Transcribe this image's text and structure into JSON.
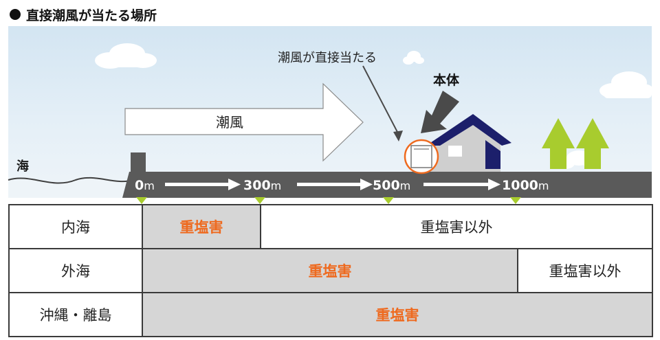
{
  "heading": "直接潮風が当たる場所",
  "labels": {
    "sea": "海",
    "sea_wind": "潮風",
    "direct_hit": "潮風が直接当たる",
    "unit": "本体"
  },
  "distance_markers": [
    {
      "value": "0",
      "unit": "m"
    },
    {
      "value": "300",
      "unit": "m"
    },
    {
      "value": "500",
      "unit": "m"
    },
    {
      "value": "1000",
      "unit": "m"
    }
  ],
  "table": {
    "rows": [
      {
        "area": "内海",
        "cells": [
          {
            "text": "重塩害",
            "kind": "damage"
          },
          {
            "text": "重塩害以外",
            "kind": "none"
          }
        ]
      },
      {
        "area": "外海",
        "cells": [
          {
            "text": "重塩害",
            "kind": "damage"
          },
          {
            "text": "重塩害以外",
            "kind": "none"
          }
        ]
      },
      {
        "area": "沖縄・離島",
        "cells": [
          {
            "text": "重塩害",
            "kind": "damage"
          }
        ]
      }
    ]
  },
  "colors": {
    "damage_text": "#ee6a1f",
    "damage_fill": "#d6d6d6",
    "ground": "#5a5a5a",
    "tree": "#a8cc2e",
    "house_roof": "#1c1f6b",
    "house_wall": "#c9c9c9",
    "unit_circle": "#ee6a1f"
  }
}
